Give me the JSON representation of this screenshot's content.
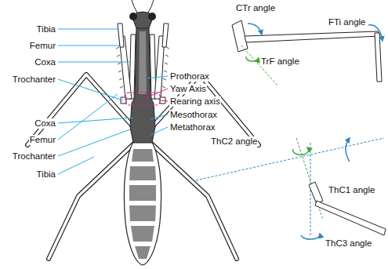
{
  "diagram": {
    "labels": [
      "Tibia",
      "Femur",
      "Coxa",
      "Trochanter",
      "Coxa",
      "Femur",
      "Trochanter",
      "Tibia",
      "Prothorax",
      "Yaw Axis",
      "Rearing axis",
      "Mesothorax",
      "Metathorax",
      "CTr angle",
      "FTi angle",
      "TrF angle",
      "ThC2 angle",
      "ThC1 angle",
      "ThC3 angle"
    ]
  }
}
